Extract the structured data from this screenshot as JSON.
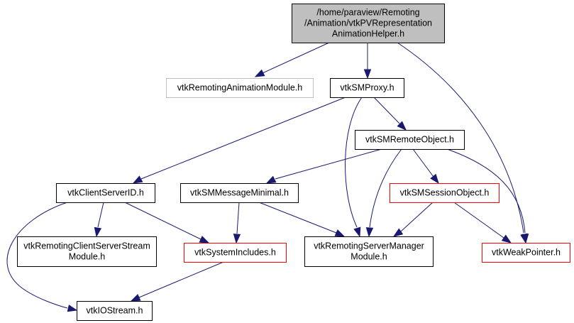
{
  "diagram": {
    "type": "include-dependency-graph",
    "colors": {
      "edge": "#191970",
      "root_fill": "#bfbfbf",
      "root_border": "#000000",
      "normal_border": "#000000",
      "missing_border": "#bfbfbf",
      "external_border": "#ff0000",
      "node_fill": "#ffffff"
    },
    "nodes": [
      {
        "id": "root",
        "lines": [
          "/home/paraview/Remoting",
          "/Animation/vtkPVRepresentation",
          "AnimationHelper.h"
        ],
        "kind": "root"
      },
      {
        "id": "remotingAnimationModule",
        "lines": [
          "vtkRemotingAnimationModule.h"
        ],
        "kind": "missing"
      },
      {
        "id": "smProxy",
        "lines": [
          "vtkSMProxy.h"
        ],
        "kind": "normal"
      },
      {
        "id": "smRemoteObject",
        "lines": [
          "vtkSMRemoteObject.h"
        ],
        "kind": "normal"
      },
      {
        "id": "clientServerID",
        "lines": [
          "vtkClientServerID.h"
        ],
        "kind": "normal"
      },
      {
        "id": "smMessageMinimal",
        "lines": [
          "vtkSMMessageMinimal.h"
        ],
        "kind": "normal"
      },
      {
        "id": "smSessionObject",
        "lines": [
          "vtkSMSessionObject.h"
        ],
        "kind": "external"
      },
      {
        "id": "remotingClientServerStreamModule",
        "lines": [
          "vtkRemotingClientServerStream",
          "Module.h"
        ],
        "kind": "normal"
      },
      {
        "id": "systemIncludes",
        "lines": [
          "vtkSystemIncludes.h"
        ],
        "kind": "external"
      },
      {
        "id": "remotingServerManagerModule",
        "lines": [
          "vtkRemotingServerManager",
          "Module.h"
        ],
        "kind": "normal"
      },
      {
        "id": "weakPointer",
        "lines": [
          "vtkWeakPointer.h"
        ],
        "kind": "external"
      },
      {
        "id": "ioStream",
        "lines": [
          "vtkIOStream.h"
        ],
        "kind": "normal"
      }
    ],
    "edges": [
      {
        "from": "root",
        "to": "remotingAnimationModule"
      },
      {
        "from": "root",
        "to": "smProxy"
      },
      {
        "from": "root",
        "to": "weakPointer"
      },
      {
        "from": "smProxy",
        "to": "clientServerID"
      },
      {
        "from": "smProxy",
        "to": "smRemoteObject"
      },
      {
        "from": "smProxy",
        "to": "remotingServerManagerModule"
      },
      {
        "from": "smRemoteObject",
        "to": "smMessageMinimal"
      },
      {
        "from": "smRemoteObject",
        "to": "smSessionObject"
      },
      {
        "from": "smRemoteObject",
        "to": "remotingServerManagerModule"
      },
      {
        "from": "smRemoteObject",
        "to": "weakPointer"
      },
      {
        "from": "clientServerID",
        "to": "remotingClientServerStreamModule"
      },
      {
        "from": "clientServerID",
        "to": "systemIncludes"
      },
      {
        "from": "clientServerID",
        "to": "ioStream"
      },
      {
        "from": "smMessageMinimal",
        "to": "systemIncludes"
      },
      {
        "from": "smMessageMinimal",
        "to": "remotingServerManagerModule"
      },
      {
        "from": "smSessionObject",
        "to": "remotingServerManagerModule"
      },
      {
        "from": "smSessionObject",
        "to": "weakPointer"
      },
      {
        "from": "systemIncludes",
        "to": "ioStream"
      }
    ]
  }
}
